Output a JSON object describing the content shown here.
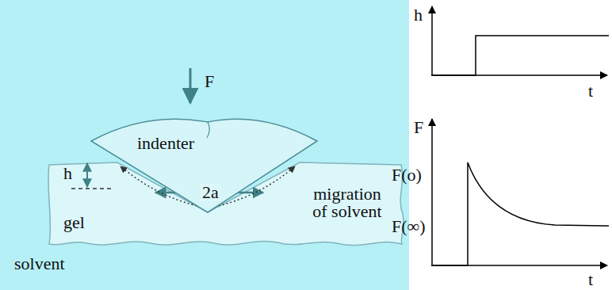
{
  "diagram": {
    "nodes": [
      {
        "text": [
          "indenter"
        ]
      },
      {
        "text": [
          "gel"
        ]
      }
    ],
    "labels": [
      "F",
      "h",
      "migration of solvent",
      "2a",
      "solvent",
      "h",
      "t",
      "F",
      "F(o)",
      "F(∞)",
      "t"
    ]
  }
}
